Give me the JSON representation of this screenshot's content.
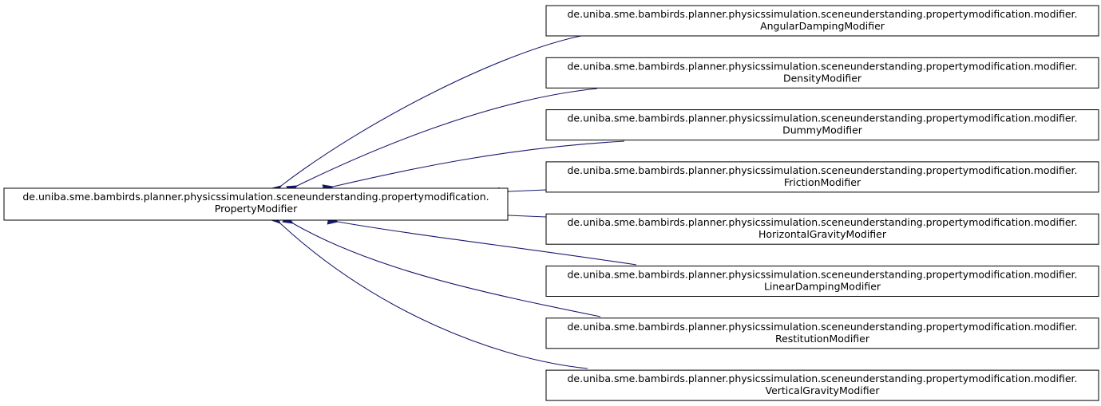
{
  "diagram": {
    "type": "inheritance-graph",
    "edge_color": "#191970",
    "base": {
      "line1": "de.uniba.sme.bambirds.planner.physicssimulation.sceneunderstanding.propertymodification.",
      "line2": "PropertyModifier"
    },
    "package_prefix": "de.uniba.sme.bambirds.planner.physicssimulation.sceneunderstanding.propertymodification.modifier.",
    "subclasses": [
      "AngularDampingModifier",
      "DensityModifier",
      "DummyModifier",
      "FrictionModifier",
      "HorizontalGravityModifier",
      "LinearDampingModifier",
      "RestitutionModifier",
      "VerticalGravityModifier"
    ]
  }
}
